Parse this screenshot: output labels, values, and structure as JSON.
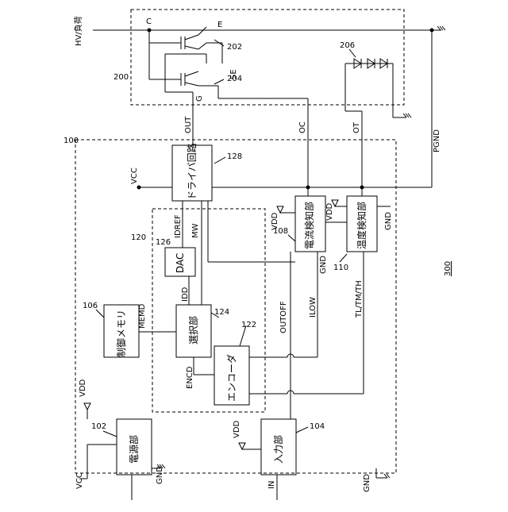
{
  "figure_number": "300",
  "blocks": {
    "igbt_module": {
      "ref": "200",
      "main_ref": "202",
      "sense_ref": "204",
      "diode_ref": "206"
    },
    "controller": {
      "ref": "100"
    },
    "driver": {
      "ref": "128",
      "label": "ドライバ回路"
    },
    "current_detector": {
      "ref": "108",
      "label": "電流検知部"
    },
    "temp_detector": {
      "ref": "110",
      "label": "温度検知部"
    },
    "dac": {
      "ref": "126",
      "label": "DAC"
    },
    "group_120": {
      "ref": "120"
    },
    "selector": {
      "ref": "124",
      "label": "選択部"
    },
    "encoder": {
      "ref": "122",
      "label": "エンコーダ"
    },
    "memory": {
      "ref": "106",
      "label": "制御メモリ"
    },
    "power": {
      "ref": "102",
      "label": "電源部"
    },
    "input": {
      "ref": "104",
      "label": "入力部"
    }
  },
  "signals": {
    "hv": "HV/負荷",
    "c": "C",
    "e": "E",
    "g": "G",
    "se": "SE",
    "out": "OUT",
    "oc": "OC",
    "ot": "OT",
    "pgnd": "PGND",
    "idref": "IDREF",
    "mw": "MW",
    "idd": "IDD",
    "memd": "MEMD",
    "encd": "ENCD",
    "outoff": "OUTOFF",
    "ilow": "ILOW",
    "tltmth": "TL/TM/TH",
    "vdd": "VDD",
    "vcc": "VCC",
    "gnd": "GND",
    "in": "IN"
  }
}
